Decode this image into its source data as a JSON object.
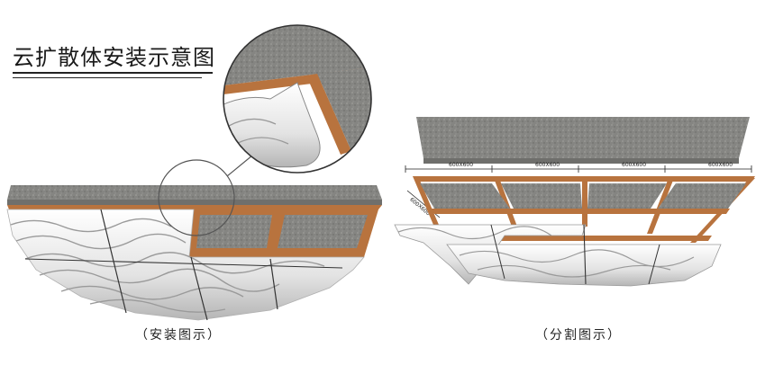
{
  "title": "云扩散体安装示意图",
  "captions": {
    "install": "（安装图示）",
    "split": "（分割图示）"
  },
  "dimension_labels": [
    "600X600",
    "600X600",
    "600X600",
    "600X600",
    "600X600"
  ],
  "colors": {
    "stone": "#8a8a87",
    "stone_dark": "#6e6e6b",
    "frame": "#b8733e",
    "frame_dark": "#8d5227",
    "panel": "#f2f2f2",
    "panel_shadow": "#c7c7c7",
    "line": "#333333"
  }
}
